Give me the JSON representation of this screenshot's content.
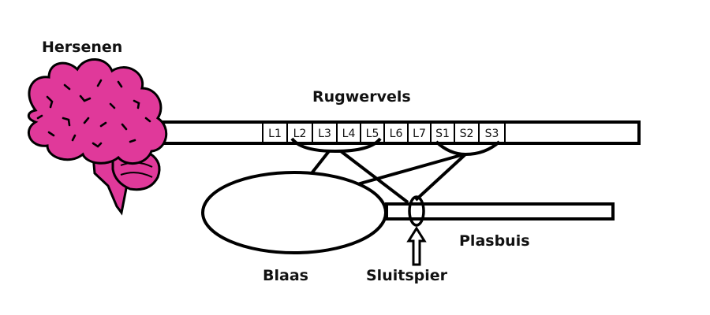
{
  "labels": {
    "brain": "Hersenen",
    "spine": "Rugwervels",
    "bladder": "Blaas",
    "sphincter": "Sluitspier",
    "urethra": "Plasbuis"
  },
  "vertebrae": [
    "L1",
    "L2",
    "L3",
    "L4",
    "L5",
    "L6",
    "L7",
    "S1",
    "S2",
    "S3"
  ],
  "colors": {
    "brain_fill": "#e0399a",
    "brain_dark": "#b4237a",
    "stroke": "#000000",
    "background": "#ffffff"
  },
  "icons": {
    "brain": "brain-icon",
    "arrow": "up-arrow-icon"
  }
}
